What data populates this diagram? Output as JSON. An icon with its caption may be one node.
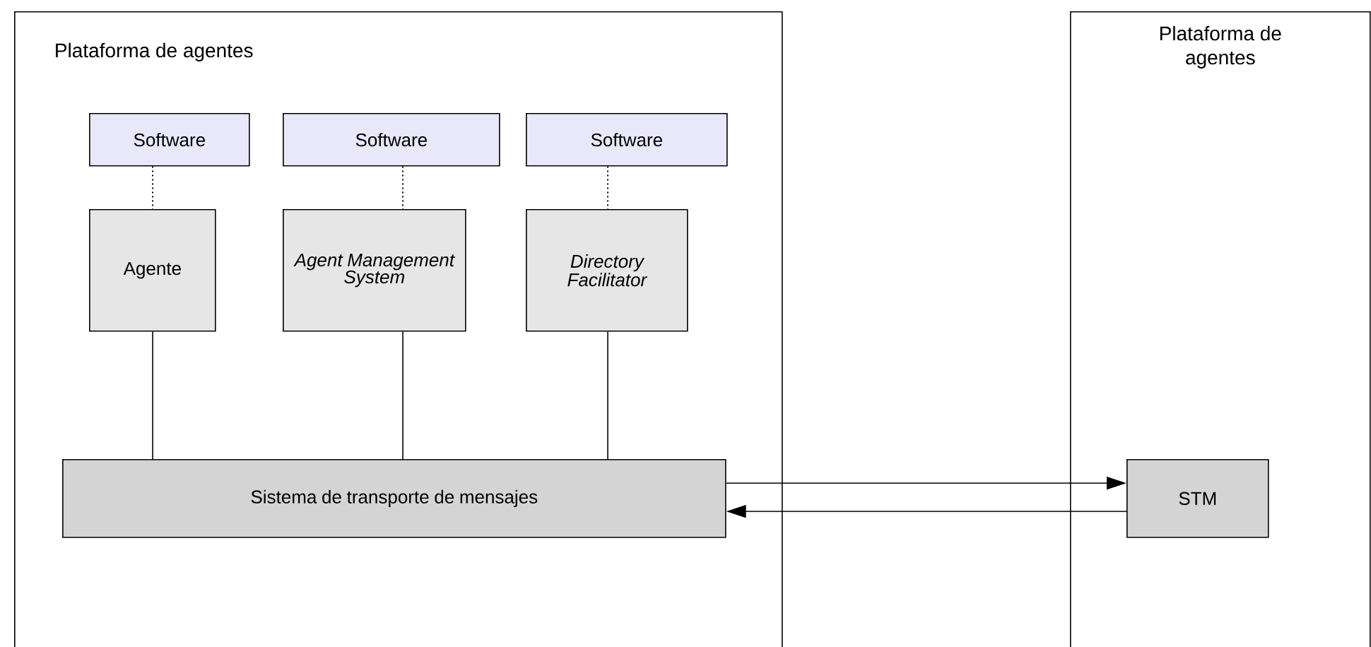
{
  "diagram": {
    "nodes": [
      {
        "text": [
          "Plataforma de agentes"
        ]
      },
      {
        "text": [
          "Plataforma de agentes"
        ]
      },
      {
        "text": [
          "Software"
        ],
        "in": 0
      },
      {
        "text": [
          "Software"
        ],
        "in": 0
      },
      {
        "text": [
          "Software"
        ],
        "in": 0
      },
      {
        "text": [
          "Agente"
        ],
        "in": 0
      },
      {
        "text": [
          "Agent Management System"
        ],
        "in": 0
      },
      {
        "text": [
          "Directory Facilitator"
        ],
        "in": 0
      },
      {
        "text": [
          "Sistema de transporte de mensajes"
        ],
        "in": 0
      },
      {
        "text": [
          "STM"
        ],
        "in": 1
      }
    ],
    "edges": [
      {
        "from": 2,
        "to": 5,
        "arrow": "none",
        "style": "dashed"
      },
      {
        "from": 3,
        "to": 6,
        "arrow": "none",
        "style": "dashed"
      },
      {
        "from": 4,
        "to": 7,
        "arrow": "none",
        "style": "dashed"
      },
      {
        "from": 5,
        "to": 8,
        "arrow": "none"
      },
      {
        "from": 6,
        "to": 8,
        "arrow": "none"
      },
      {
        "from": 7,
        "to": 8,
        "arrow": "none"
      },
      {
        "from": 8,
        "to": 9,
        "arrow": "to"
      },
      {
        "from": 9,
        "to": 8,
        "arrow": "to"
      }
    ]
  }
}
